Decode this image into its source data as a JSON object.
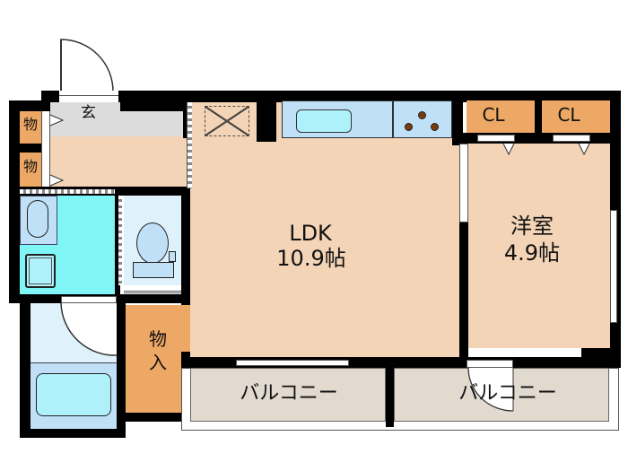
{
  "floor_plan": {
    "title": "1LDK floor plan",
    "rooms": {
      "entrance": {
        "label": "玄"
      },
      "storage_top": {
        "label": "物"
      },
      "storage_bottom": {
        "label": "物"
      },
      "storage_closet": {
        "label_line1": "物",
        "label_line2": "入"
      },
      "ldk": {
        "name": "LDK",
        "size": "10.9帖"
      },
      "western_room": {
        "name": "洋室",
        "size": "4.9帖"
      },
      "closet_left": {
        "label": "CL"
      },
      "closet_right": {
        "label": "CL"
      },
      "balcony_left": {
        "label": "バルコニー"
      },
      "balcony_right": {
        "label": "バルコニー"
      },
      "washroom": {
        "label": ""
      },
      "toilet": {
        "label": ""
      },
      "bathroom": {
        "label": ""
      }
    },
    "colors": {
      "floor": "#f3d4b6",
      "storage": "#eea866",
      "entrance": "#dcdcdc",
      "washroom": "#7ff5f5",
      "bath": "#bfe0f7",
      "balcony": "#e2d9cf",
      "wall": "#000000"
    }
  }
}
